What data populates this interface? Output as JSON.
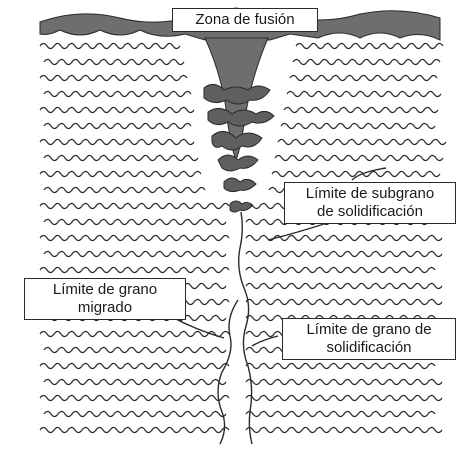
{
  "labels": {
    "fusion_zone": "Zona de fusión",
    "subgrain_boundary": [
      "Límite de subgrano",
      "de solidificación"
    ],
    "migrated_boundary": [
      "Límite de grano",
      "migrado"
    ],
    "solidification_boundary": [
      "Límite de grano de",
      "solidificación"
    ]
  },
  "colors": {
    "ink": "#2a2a2a",
    "fusion_fill": "#6e6e6e",
    "background": "#ffffff"
  }
}
